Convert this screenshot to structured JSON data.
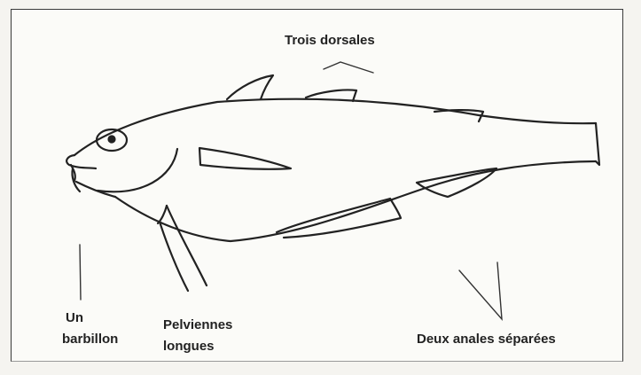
{
  "labels": {
    "dorsal": "Trois dorsales",
    "barbel_line1": "Un",
    "barbel_line2": "barbillon",
    "pelvic_line1": "Pelviennes",
    "pelvic_line2": "longues",
    "anal": "Deux anales séparées"
  }
}
